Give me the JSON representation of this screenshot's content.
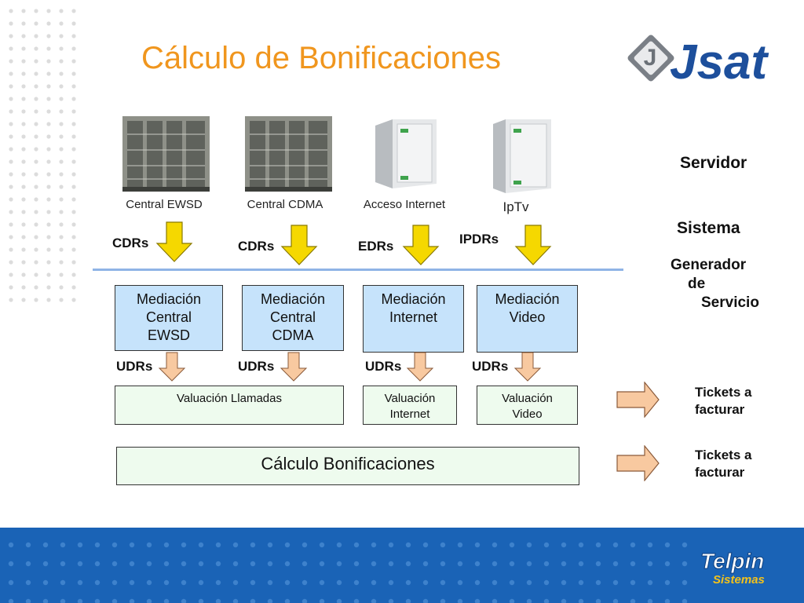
{
  "slide": {
    "title": "Cálculo de Bonificaciones"
  },
  "logos": {
    "jsat": "Jsat",
    "telpin_main": "Telpin",
    "telpin_sub": "Sistemas"
  },
  "equipment": [
    {
      "label": "Central EWSD",
      "icon": "switch-cabinet-icon"
    },
    {
      "label": "Central CDMA",
      "icon": "switch-cabinet-icon"
    },
    {
      "label": "Acceso Internet",
      "icon": "tower-server-icon"
    },
    {
      "label": "IpTv",
      "icon": "tower-server-icon"
    }
  ],
  "records_top": [
    "CDRs",
    "CDRs",
    "EDRs",
    "IPDRs"
  ],
  "mediation": [
    "Mediación\nCentral\nEWSD",
    "Mediación\nCentral\nCDMA",
    "Mediación\nInternet",
    "Mediación\nVideo"
  ],
  "records_bottom": [
    "UDRs",
    "UDRs",
    "UDRs",
    "UDRs"
  ],
  "valuation": [
    "Valuación Llamadas",
    "Valuación\nInternet",
    "Valuación\nVideo"
  ],
  "calculation": "Cálculo Bonificaciones",
  "legend": {
    "servidor": "Servidor",
    "sistema": "Sistema",
    "generador": [
      "Generador",
      "de",
      "Servicio"
    ]
  },
  "outputs": [
    "Tickets a\nfacturar",
    "Tickets a\nfacturar"
  ],
  "colors": {
    "title": "#f0961e",
    "mediation_box": "#c6e3fb",
    "valuation_box": "#eefbee",
    "yellow_arrow": "#f5d800",
    "peach_arrow": "#f8c9a0",
    "divider": "#8fb4e6",
    "footer": "#1a63b6"
  }
}
